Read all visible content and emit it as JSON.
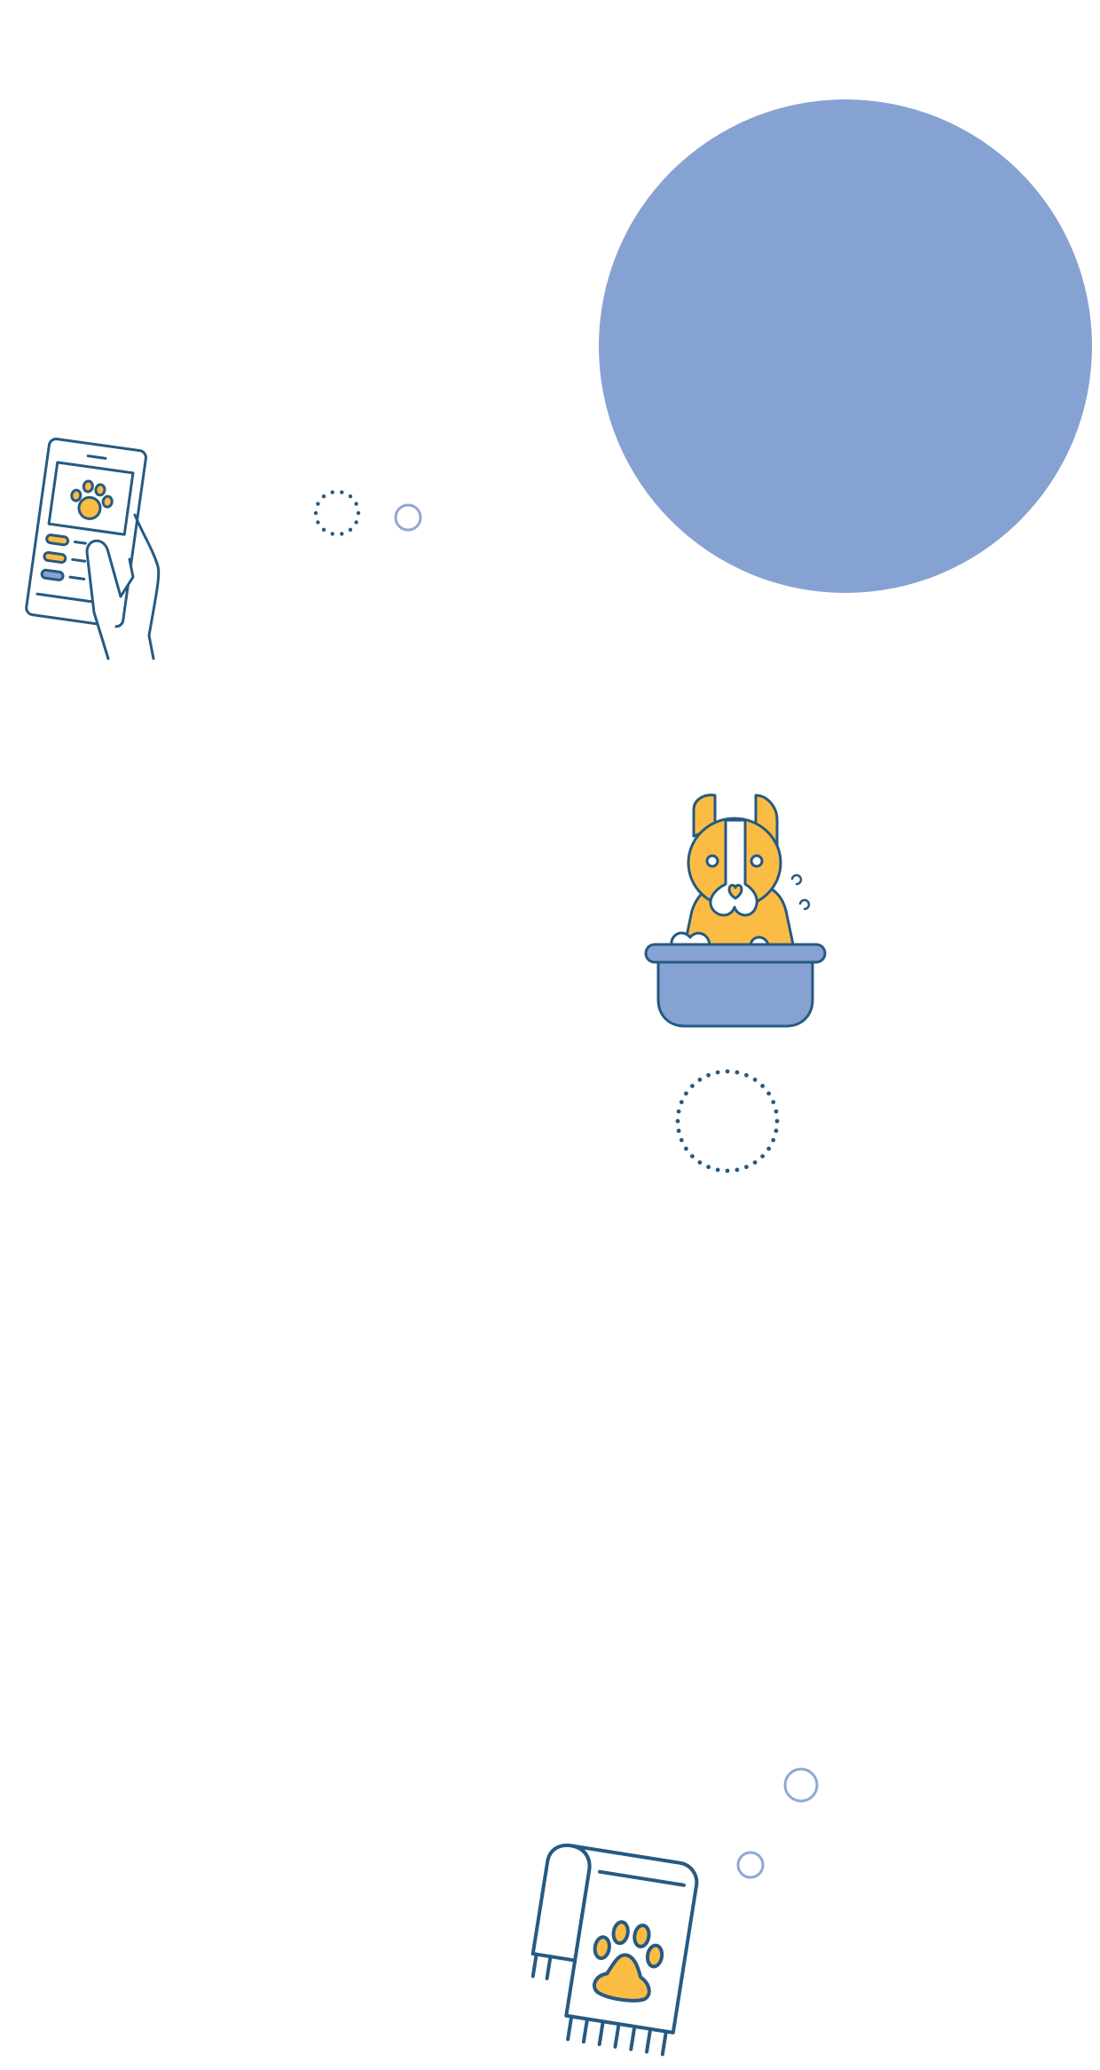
{
  "palette": {
    "outline": "#255a82",
    "accent_blue": "#86a2d2",
    "accent_yellow": "#fbbc44",
    "light_ring": "#8ea8d6",
    "background": "#ffffff"
  },
  "decorations": {
    "big_circle": {
      "color": "#86a2d2"
    },
    "dotted_rings": [
      "dots-ring-small",
      "dots-ring-large"
    ],
    "outline_rings": [
      "ring-top",
      "ring-bottom-1",
      "ring-bottom-2"
    ]
  },
  "illustrations": [
    {
      "name": "phone-paw-app",
      "icon": "phone-with-paw-icon"
    },
    {
      "name": "dog-in-bath",
      "icon": "dog-bathing-icon"
    },
    {
      "name": "paw-towel",
      "icon": "paw-towel-icon"
    }
  ]
}
